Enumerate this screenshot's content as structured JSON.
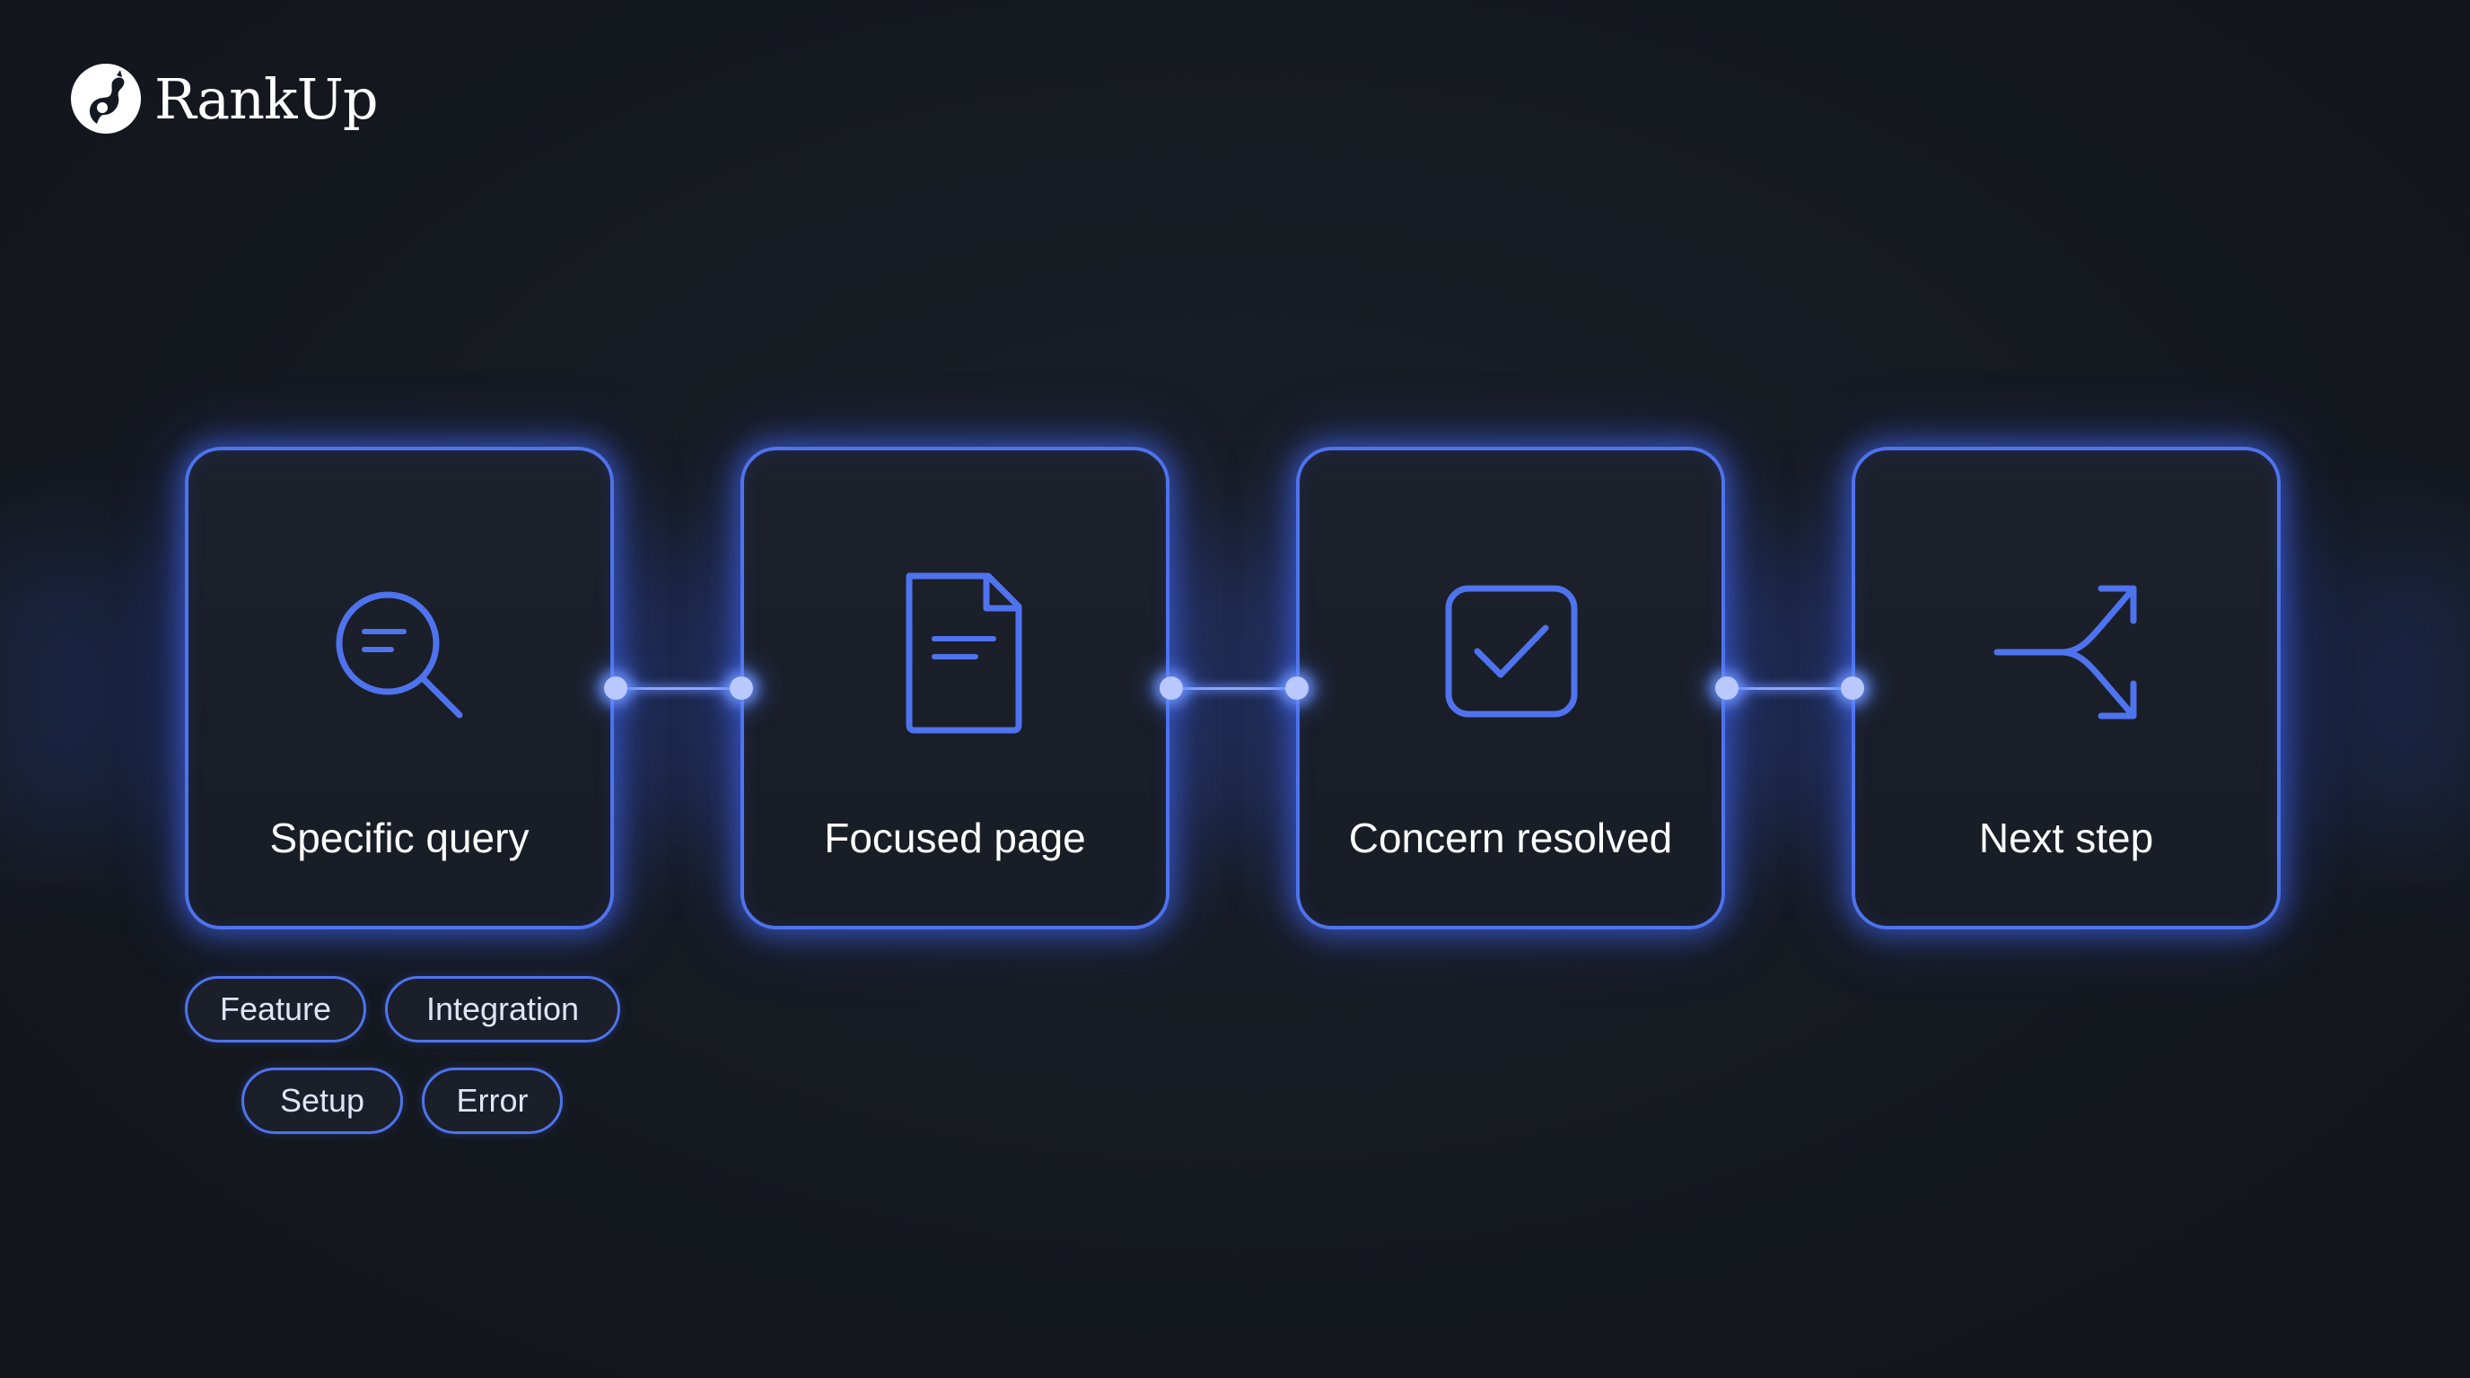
{
  "brand": {
    "name": "RankUp",
    "logo_icon": "rankup-logo-icon"
  },
  "flow": {
    "steps": [
      {
        "label": "Specific query",
        "icon": "search-text-icon"
      },
      {
        "label": "Focused page",
        "icon": "document-icon"
      },
      {
        "label": "Concern resolved",
        "icon": "checkbox-check-icon"
      },
      {
        "label": "Next step",
        "icon": "branch-arrows-icon"
      }
    ],
    "query_tags": [
      "Feature",
      "Integration",
      "Setup",
      "Error"
    ]
  },
  "colors": {
    "background": "#141820",
    "accent": "#4f73ee",
    "glow": "#4666ff",
    "text": "#ffffff"
  }
}
